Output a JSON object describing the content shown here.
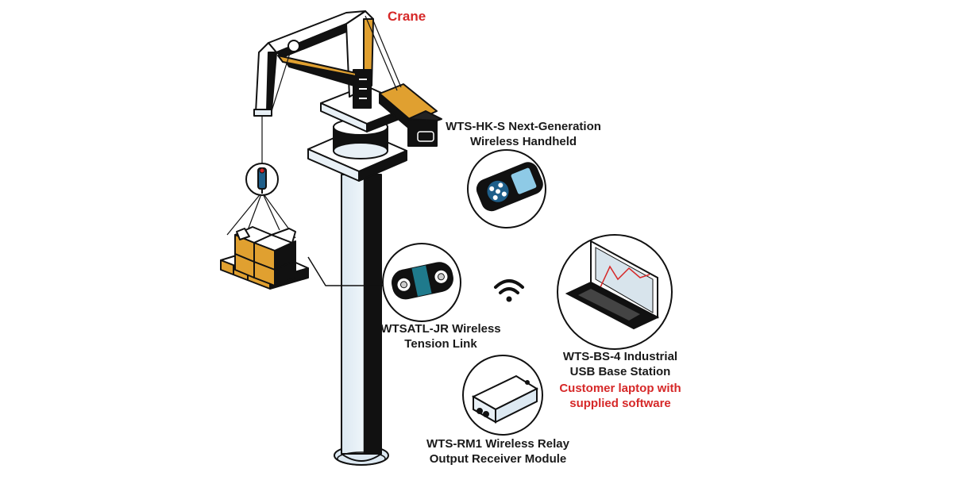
{
  "diagram": {
    "title": "Crane",
    "components": {
      "handheld": {
        "line1": "WTS-HK-S Next-Generation",
        "line2": "Wireless Handheld"
      },
      "tension_link": {
        "line1": "WTSATL-JR  Wireless",
        "line2": "Tension Link"
      },
      "base_station": {
        "line1": "WTS-BS-4 Industrial",
        "line2": "USB Base Station",
        "note1": "Customer laptop with",
        "note2": "supplied software"
      },
      "relay_module": {
        "line1": "WTS-RM1 Wireless Relay",
        "line2": "Output Receiver Module"
      }
    },
    "colors": {
      "accent_red": "#d62828",
      "outline": "#1a1a1a",
      "tower_fill": "#e3eef5",
      "crate_orange": "#e0a030",
      "device_blue": "#1f5f8a"
    }
  }
}
